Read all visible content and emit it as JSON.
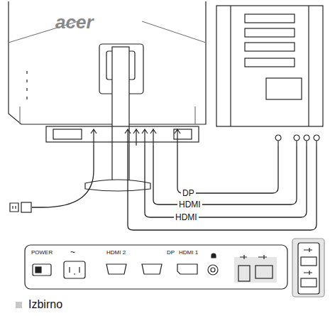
{
  "diagram": {
    "labels": [
      "acer",
      "DP",
      "HDMI",
      "HDMI",
      "POWER",
      "~",
      "HDMI 2",
      "DP",
      "HDMI 1"
    ],
    "legend": [
      {
        "text": "Izbirno",
        "color": "#c8c8c8"
      }
    ]
  }
}
